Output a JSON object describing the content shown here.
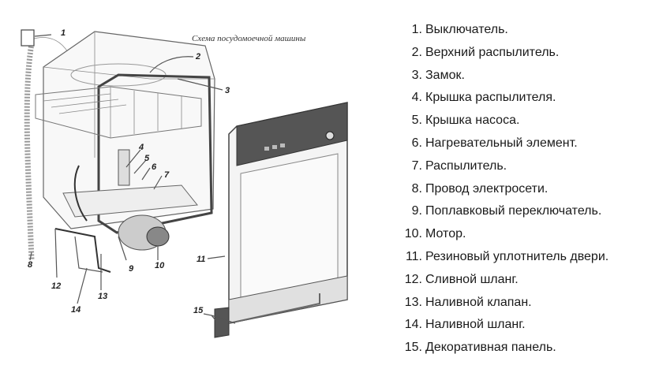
{
  "diagram": {
    "title": "Схема посудомоечной машины",
    "callouts": [
      "1",
      "2",
      "3",
      "4",
      "5",
      "6",
      "7",
      "8",
      "9",
      "10",
      "11",
      "12",
      "13",
      "14",
      "15"
    ]
  },
  "legend": {
    "items": [
      {
        "num": "1.",
        "label": "Выключатель."
      },
      {
        "num": "2.",
        "label": "Верхний распылитель."
      },
      {
        "num": "3.",
        "label": "Замок."
      },
      {
        "num": "4.",
        "label": "Крышка распылителя."
      },
      {
        "num": "5.",
        "label": "Крышка насоса."
      },
      {
        "num": "6.",
        "label": "Нагревательный элемент."
      },
      {
        "num": "7.",
        "label": "Распылитель."
      },
      {
        "num": "8.",
        "label": "Провод электросети."
      },
      {
        "num": "9.",
        "label": "Поплавковый переключатель."
      },
      {
        "num": "10.",
        "label": "Мотор."
      },
      {
        "num": "11.",
        "label": "Резиновый уплотнитель двери."
      },
      {
        "num": "12.",
        "label": "Сливной шланг."
      },
      {
        "num": "13.",
        "label": "Наливной клапан."
      },
      {
        "num": "14.",
        "label": "Наливной шланг."
      },
      {
        "num": "15.",
        "label": "Декоративная панель."
      }
    ]
  }
}
